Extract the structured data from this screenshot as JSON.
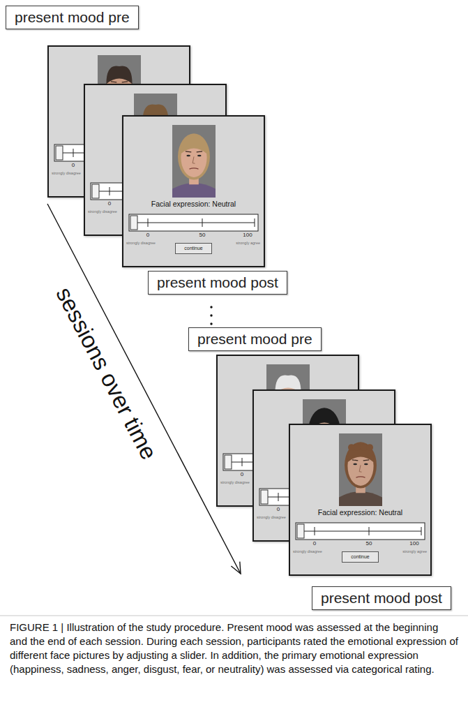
{
  "diagram": {
    "caption": "FIGURE 1 | Illustration of the study procedure. Present mood was assessed at the beginning and the end of each session. During each session, participants rated the emotional expression of different face pictures by adjusting a slider. In addition, the primary emotional expression (happiness, sadness, anger, disgust, fear, or neutrality) was assessed via categorical rating.",
    "nodes": [
      {
        "text": [
          "present mood pre"
        ]
      },
      {
        "text": [
          "0",
          "strongly disagree"
        ]
      },
      {
        "text": [
          "0",
          "strongly disagree"
        ]
      },
      {
        "text": [
          "Facial expression: Neutral",
          "0",
          "50",
          "100",
          "strongly disagree",
          "strongly agree"
        ]
      },
      {
        "text": [
          "continue"
        ],
        "in": 3
      },
      {
        "text": [
          "present mood post"
        ]
      },
      {
        "text": [
          "present mood pre"
        ]
      },
      {
        "text": [
          "0",
          "strongly disagree"
        ]
      },
      {
        "text": [
          "0",
          "strongly disagree"
        ]
      },
      {
        "text": [
          "Facial expression: Neutral",
          "0",
          "50",
          "100",
          "strongly disagree",
          "strongly agree"
        ]
      },
      {
        "text": [
          "continue"
        ],
        "in": 9
      },
      {
        "text": [
          "present mood post"
        ]
      }
    ],
    "labels": [
      "sessions over time"
    ]
  }
}
